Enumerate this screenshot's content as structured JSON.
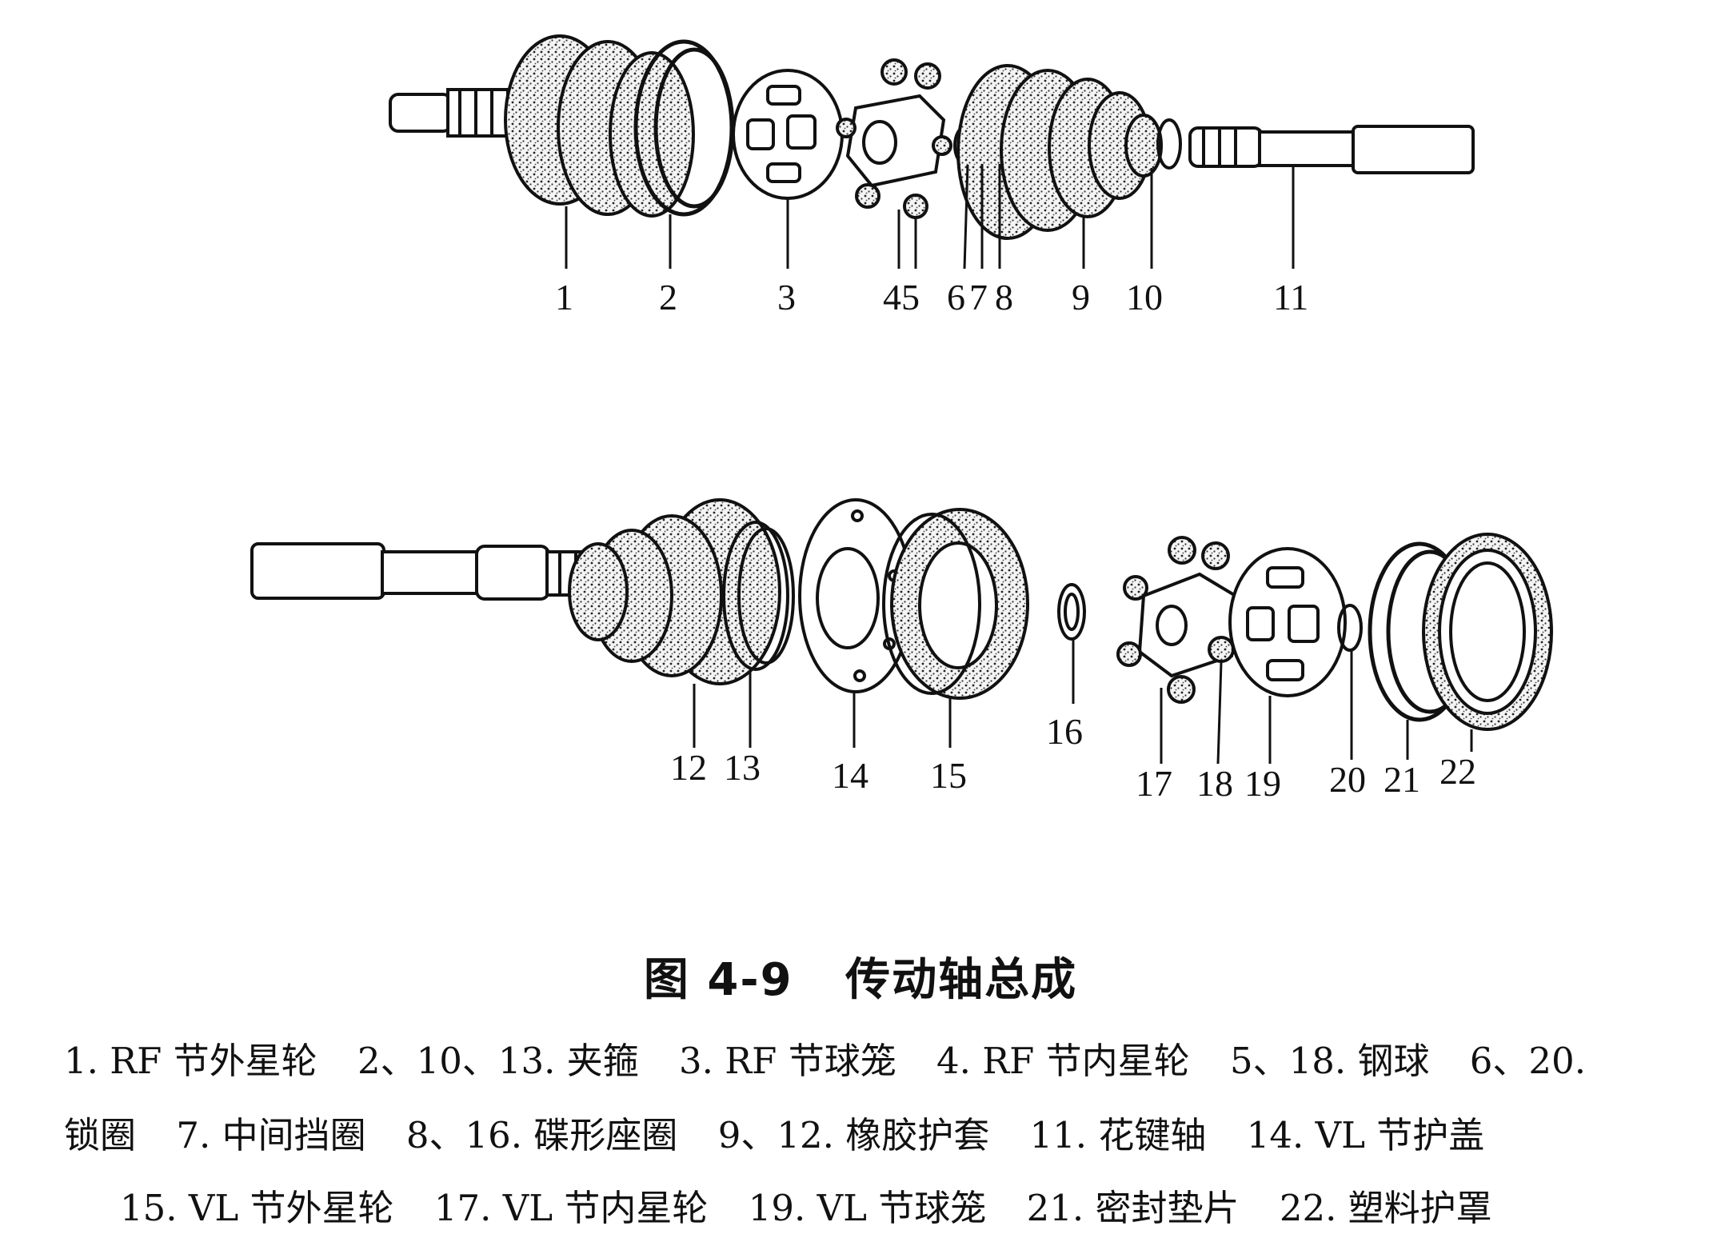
{
  "figure": {
    "number": "图 4-9",
    "title": "传动轴总成",
    "callouts_top": [
      "1",
      "2",
      "3",
      "45",
      "6",
      "7",
      "8",
      "9",
      "10",
      "11"
    ],
    "callouts_bottom": [
      "12",
      "13",
      "14",
      "15",
      "16",
      "17",
      "18",
      "19",
      "20",
      "21",
      "22"
    ],
    "legend": [
      "1. RF 节外星轮",
      "2、10、13. 夹箍",
      "3. RF 节球笼",
      "4. RF 节内星轮",
      "5、18. 钢球",
      "6、20.",
      "锁圈",
      "7. 中间挡圈",
      "8、16. 碟形座圈",
      "9、12. 橡胶护套",
      "11. 花键轴",
      "14. VL 节护盖",
      "15. VL 节外星轮",
      "17. VL 节内星轮",
      "19. VL 节球笼",
      "21. 密封垫片",
      "22. 塑料护罩"
    ]
  }
}
